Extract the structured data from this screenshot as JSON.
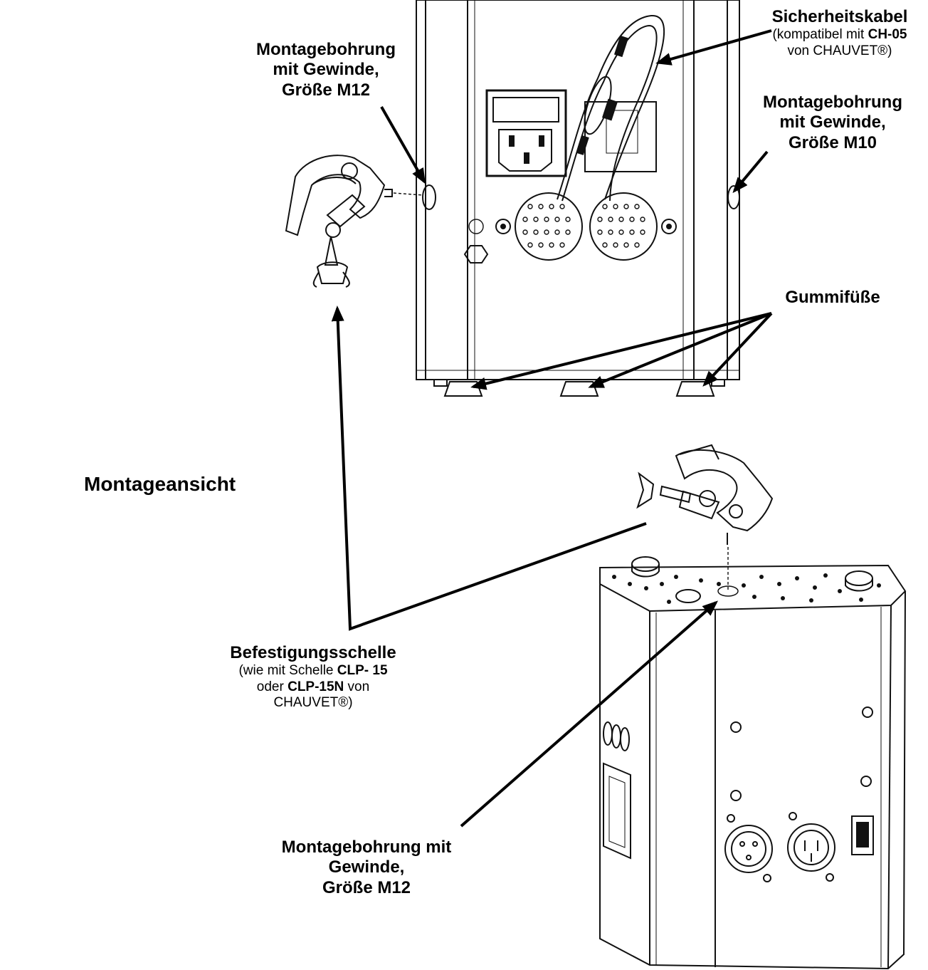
{
  "section_title": "Montageansicht",
  "labels": {
    "mount_hole_left": {
      "lines": [
        "Montagebohrung",
        "mit Gewinde,",
        "Größe M12"
      ]
    },
    "safety_cable": {
      "title": "Sicherheitskabel",
      "sub_prefix": "(kompatibel mit ",
      "sub_bold": "CH-05",
      "sub_line2": "von CHAUVET®)"
    },
    "mount_hole_right": {
      "lines": [
        "Montagebohrung",
        "mit Gewinde,",
        "Größe M10"
      ]
    },
    "rubber_feet": {
      "title": "Gummifüße"
    },
    "clamp": {
      "title": "Befestigungsschelle",
      "line1_prefix": "(wie mit Schelle ",
      "line1_bold": "CLP- 15",
      "line2_prefix": "oder ",
      "line2_bold": "CLP-15N",
      "line2_suffix": " von",
      "line3": "CHAUVET®)"
    },
    "mount_hole_bottom": {
      "lines": [
        "Montagebohrung mit",
        "Gewinde,",
        "Größe M12"
      ]
    }
  }
}
